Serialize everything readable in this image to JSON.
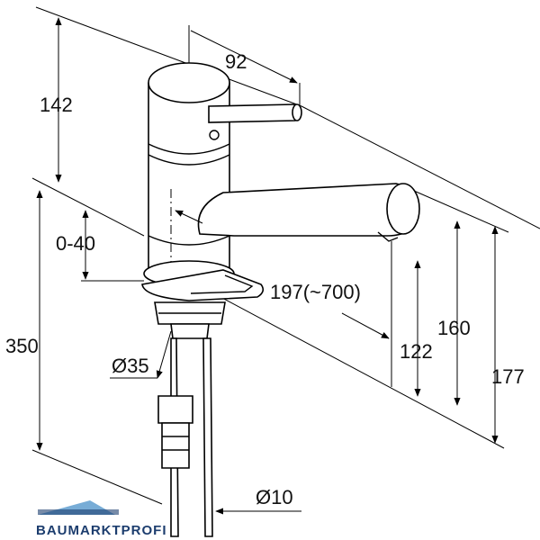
{
  "dimensions": {
    "height_top": "142",
    "reach_top": "92",
    "adjust": "0-40",
    "base_height": "350",
    "spout_reach": "197(~700)",
    "outlet_height": "122",
    "spout_height": "160",
    "total_height": "177",
    "hole_diameter": "Ø35",
    "hose_diameter": "Ø10"
  },
  "logo": {
    "text": "BAUMARKTPROFI",
    "colors": {
      "primary": "#1c3d6e",
      "accent": "#4a90c8"
    }
  }
}
